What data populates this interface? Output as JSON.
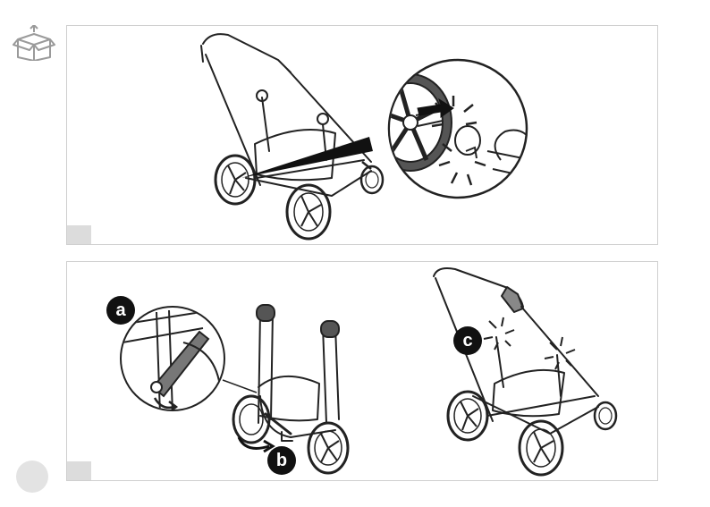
{
  "page": {
    "icons": {
      "box": "open-box-icon",
      "page_dot": "page-number-dot"
    },
    "colors": {
      "frame": "#cfcfcf",
      "tag": "#dcdcdc",
      "callout": "#111111",
      "line": "#222222"
    }
  },
  "panel2": {
    "callout_a": "a",
    "callout_b": "b",
    "callout_c": "c"
  }
}
